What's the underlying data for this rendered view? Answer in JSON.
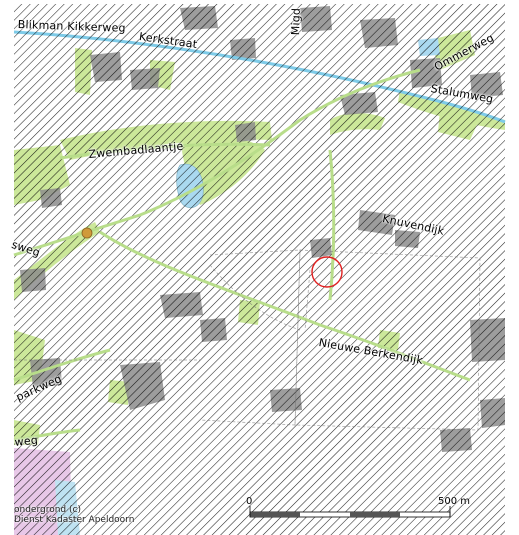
{
  "map": {
    "street_labels": {
      "blikman_kikkerweg": "Blikman Kikkerweg",
      "kerkstraat": "Kerkstraat",
      "migd": "Migd",
      "ommerweg": "Ommerweg",
      "stalumweg": "Stalumweg",
      "zwembadlaantje": "Zwembadlaantje",
      "weg_left": "sweg",
      "knuvendijk": "Knuvendijk",
      "nieuwe_berkendijk": "Nieuwe Berkendijk",
      "parkweg": "parkweg",
      "weg_bottom": "weg"
    },
    "copyright_line1": "ondergrond (c)",
    "copyright_line2": "Dienst Kadaster Apeldoorn",
    "scale": {
      "start_label": "0",
      "end_label": "500 m"
    },
    "colors": {
      "hatch": "#000000",
      "green": "#cce89a",
      "water": "#aad9f0",
      "canal": "#7ecbe8",
      "building": "#8c8c8c",
      "marker": "#e02020",
      "poi": "#d09a3a",
      "pink": "#e8c8e8"
    }
  }
}
